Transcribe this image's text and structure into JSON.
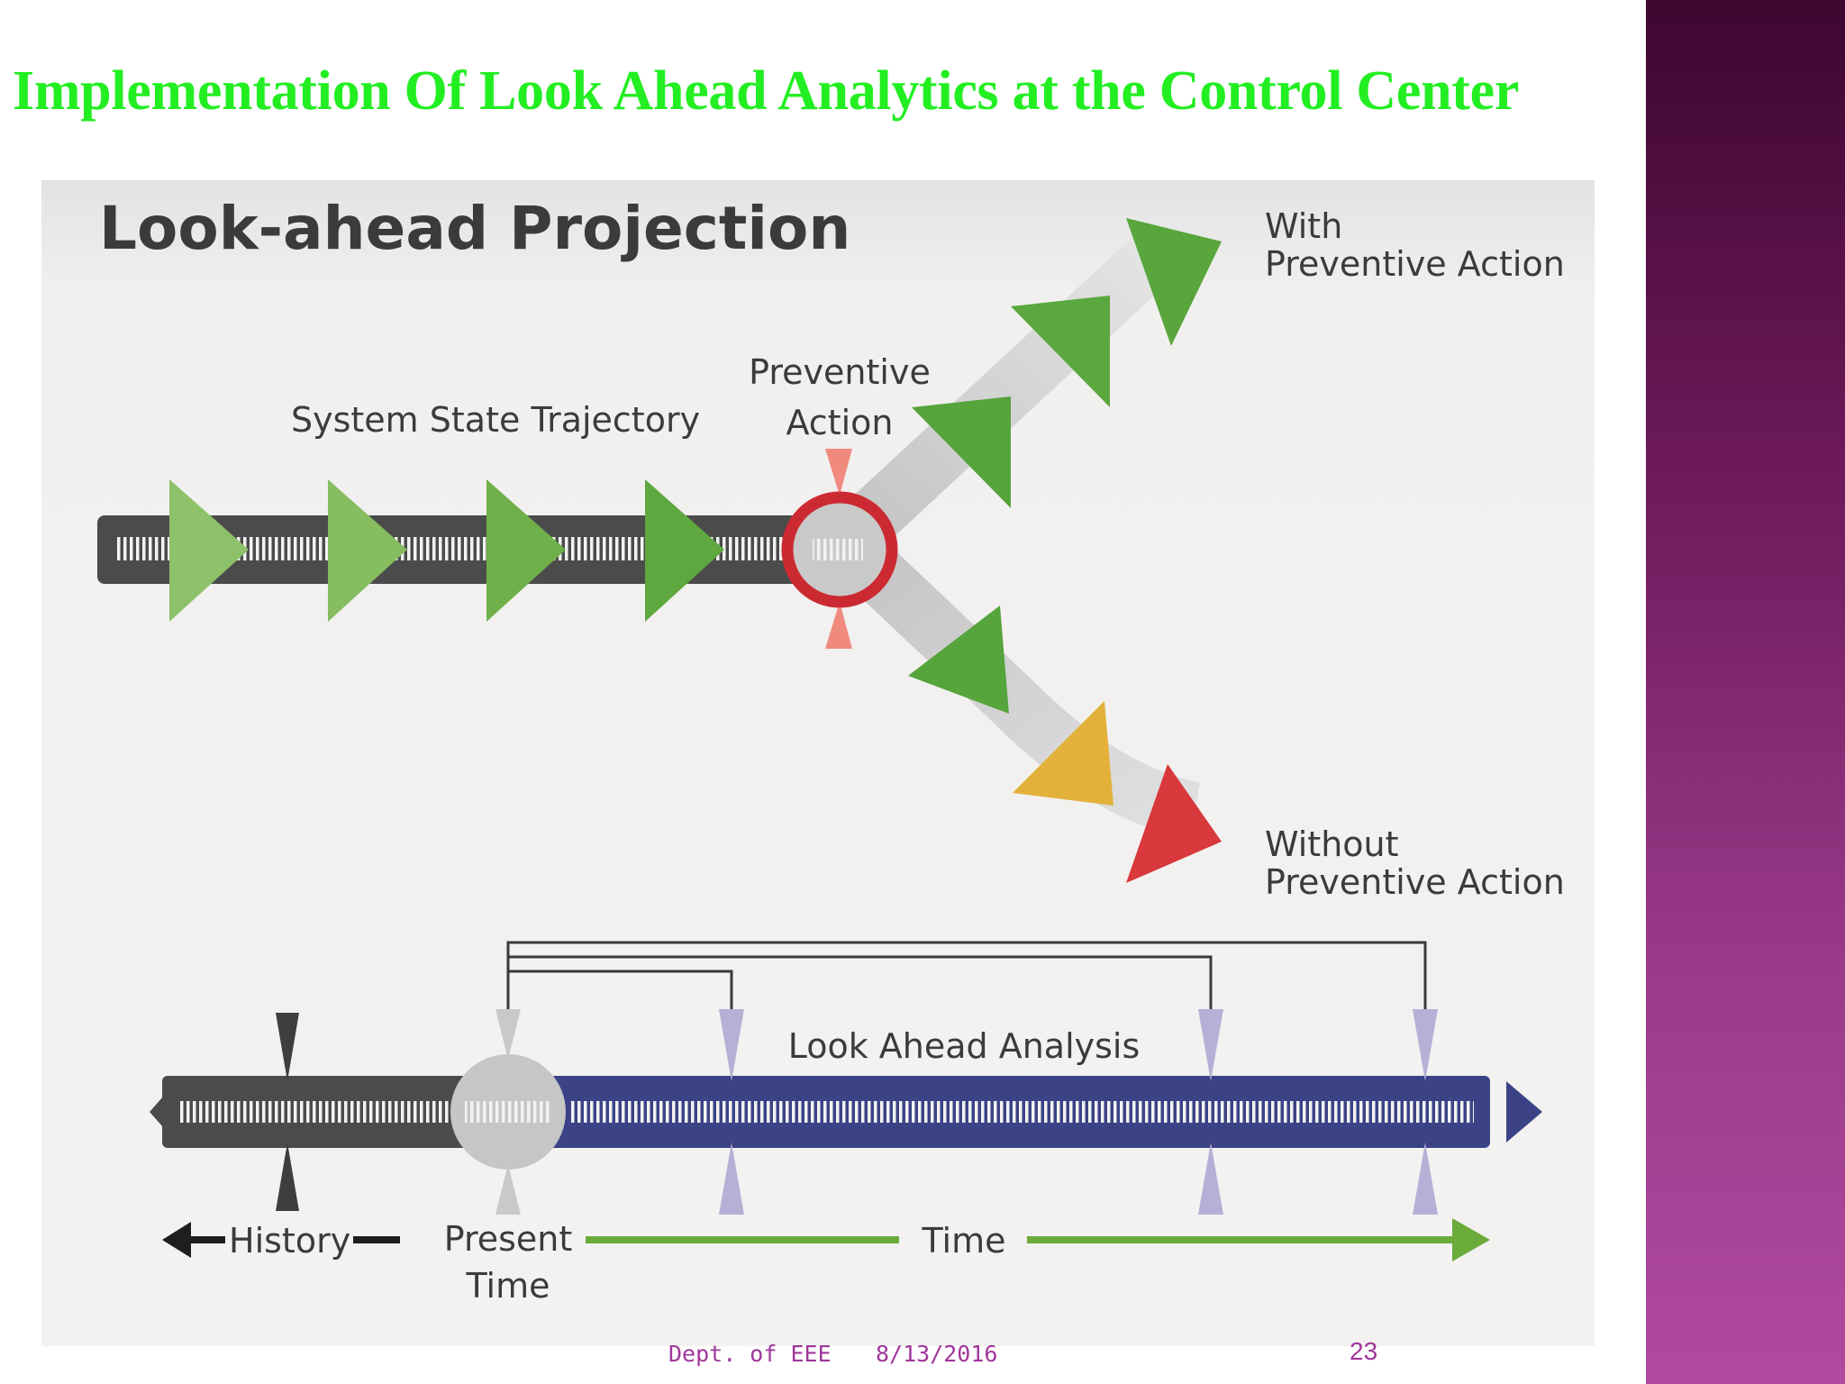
{
  "slide": {
    "title": "Implementation Of Look Ahead Analytics at the Control Center",
    "footer_dept": "Dept. of EEE",
    "footer_date": "8/13/2016",
    "slide_number": "23"
  },
  "diagram": {
    "heading": "Look-ahead Projection",
    "trajectory_label": "System State Trajectory",
    "preventive_label": [
      "Preventive",
      "Action"
    ],
    "with_label": [
      "With",
      "Preventive Action"
    ],
    "without_label": [
      "Without",
      "Preventive Action"
    ],
    "analysis_label": "Look Ahead Analysis",
    "history_label": "History",
    "present_label": [
      "Present",
      "Time"
    ],
    "time_label": "Time",
    "colors": {
      "green_light": "#8dc26a",
      "green": "#56a43c",
      "amber": "#e3b13a",
      "red": "#d9383c",
      "bar_dark": "#4b4b4b",
      "bar_blue": "#3b4386",
      "marker_red": "#cc2a32",
      "tick_lavender": "#b5b0d6",
      "arrow_green": "#6aab3a"
    }
  }
}
